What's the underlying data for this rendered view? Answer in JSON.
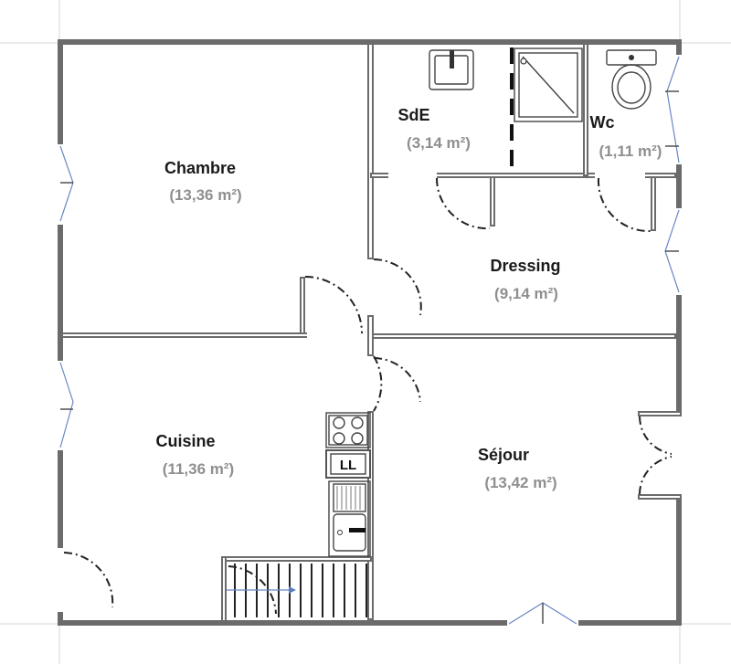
{
  "rooms": {
    "chambre": {
      "name": "Chambre",
      "area": "(13,36 m²)"
    },
    "sde": {
      "name": "SdE",
      "area": "(3,14 m²)"
    },
    "wc": {
      "name": "Wc",
      "area": "(1,11 m²)"
    },
    "dressing": {
      "name": "Dressing",
      "area": "(9,14 m²)"
    },
    "cuisine": {
      "name": "Cuisine",
      "area": "(11,36 m²)"
    },
    "sejour": {
      "name": "Séjour",
      "area": "(13,42 m²)"
    }
  },
  "fixtures": {
    "laundry_label": "LL"
  },
  "colors": {
    "wall": "#6b6b6b",
    "area_text": "#8f8f8f",
    "name_text": "#1a1a1a"
  }
}
